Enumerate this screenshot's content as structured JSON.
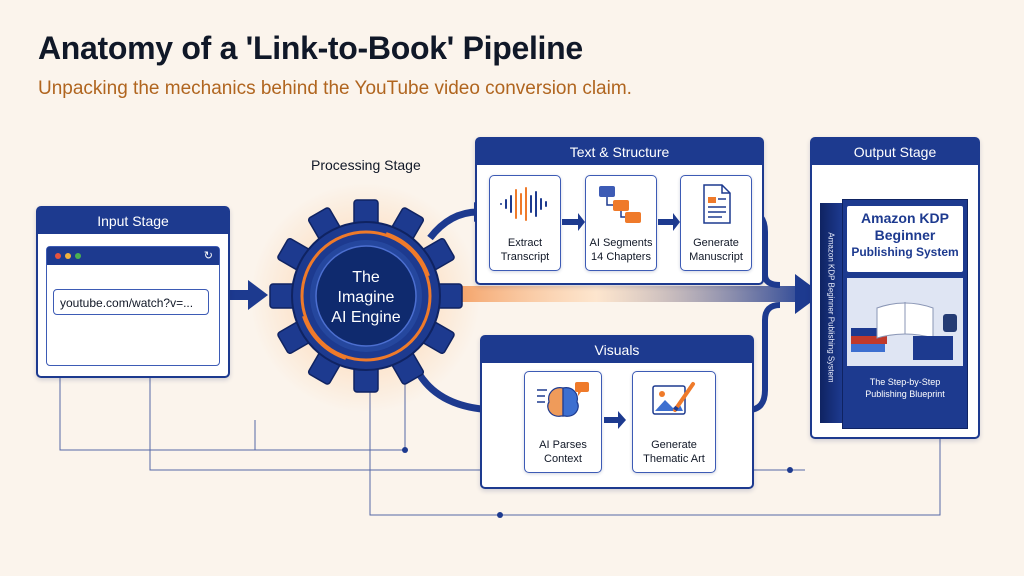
{
  "header": {
    "title": "Anatomy of a 'Link-to-Book' Pipeline",
    "subtitle": "Unpacking the mechanics behind the YouTube video conversion claim."
  },
  "input_stage": {
    "label": "Input Stage",
    "url": "youtube.com/watch?v=..."
  },
  "processing": {
    "label": "Processing Stage",
    "engine_lines": [
      "The",
      "Imagine",
      "AI Engine"
    ]
  },
  "text_structure": {
    "label": "Text & Structure",
    "steps": [
      {
        "lines": [
          "Extract",
          "Transcript"
        ],
        "icon": "waveform-icon"
      },
      {
        "lines": [
          "AI Segments",
          "14 Chapters"
        ],
        "icon": "flowchart-icon"
      },
      {
        "lines": [
          "Generate",
          "Manuscript"
        ],
        "icon": "document-icon"
      }
    ]
  },
  "visuals": {
    "label": "Visuals",
    "steps": [
      {
        "lines": [
          "AI Parses",
          "Context"
        ],
        "icon": "brain-icon"
      },
      {
        "lines": [
          "Generate",
          "Thematic Art"
        ],
        "icon": "image-brush-icon"
      }
    ]
  },
  "output_stage": {
    "label": "Output Stage",
    "book": {
      "title_lines": [
        "Amazon KDP",
        "Beginner",
        "Publishing System"
      ],
      "spine": "Amazon KDP Beginner Publishing System",
      "tagline_lines": [
        "The Step-by-Step",
        "Publishing Blueprint"
      ]
    }
  },
  "colors": {
    "navy": "#1d3a8f",
    "accent_orange": "#ef7a2a",
    "subtitle_brown": "#b0651f",
    "background": "#fbf4ec"
  }
}
